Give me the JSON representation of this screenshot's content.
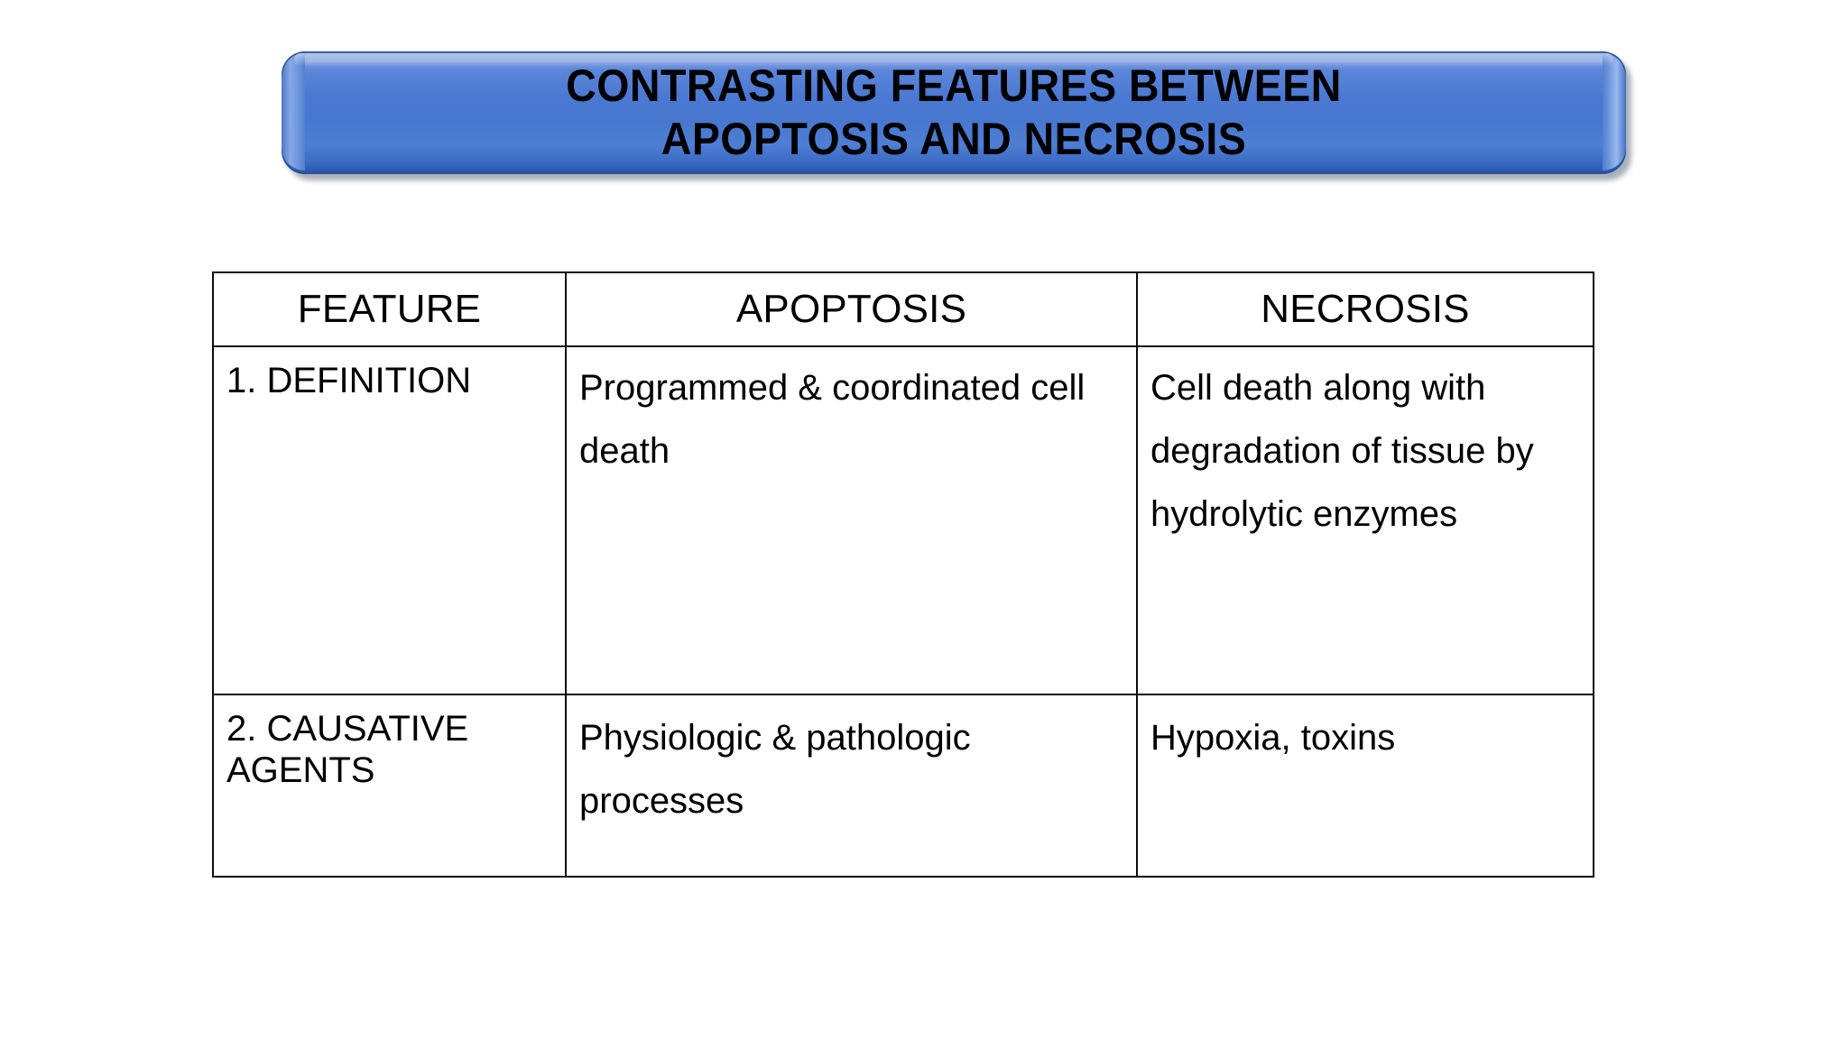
{
  "slide": {
    "background_color": "#ffffff",
    "title": {
      "lines": [
        "CONTRASTING FEATURES BETWEEN",
        "APOPTOSIS AND NECROSIS"
      ],
      "banner_color": "#4877cf",
      "banner_highlight_color": "#89a6e2",
      "banner_shadow_color": "#274e9e",
      "text_color": "#000000"
    },
    "table": {
      "border_color": "#0d0d0d",
      "columns": [
        "FEATURE",
        "APOPTOSIS",
        "NECROSIS"
      ],
      "rows": [
        {
          "feature": "1. DEFINITION",
          "apoptosis": "Programmed & coordinated cell death",
          "necrosis": "Cell death along with degradation of tissue by hydrolytic enzymes"
        },
        {
          "feature": "2. CAUSATIVE AGENTS",
          "apoptosis": "Physiologic & pathologic processes",
          "necrosis": "Hypoxia, toxins"
        }
      ]
    }
  }
}
